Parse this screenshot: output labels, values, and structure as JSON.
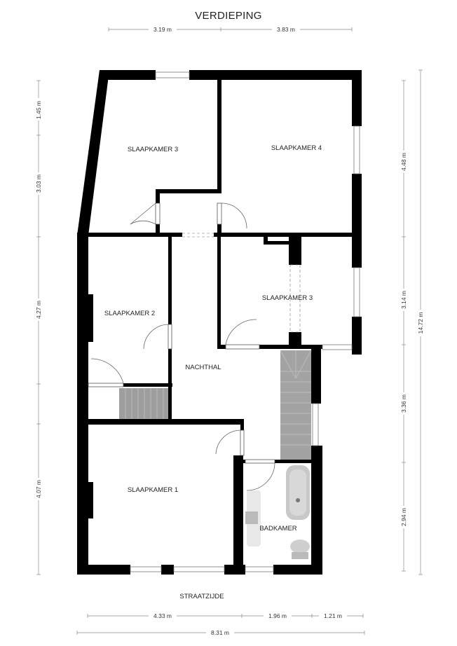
{
  "title": "VERDIEPING",
  "street_label": "STRAATZIJDE",
  "rooms": {
    "slaapkamer3_top": "SLAAPKAMER 3",
    "slaapkamer4": "SLAAPKAMER 4",
    "slaapkamer2": "SLAAPKAMER 2",
    "slaapkamer3_mid": "SLAAPKAMER 3",
    "nachthal": "NACHTHAL",
    "slaapkamer1": "SLAAPKAMER 1",
    "badkamer": "BADKAMER"
  },
  "dimensions": {
    "top": [
      "3.19 m",
      "3.83 m"
    ],
    "left": [
      "1.45 m",
      "3.03 m",
      "4.27 m",
      "4.07 m"
    ],
    "right_inner": [
      "4.48 m",
      "3.14 m",
      "3.36 m",
      "2.94 m"
    ],
    "right_total": "14.72 m",
    "bottom": [
      "4.33 m",
      "1.96 m",
      "1.21 m"
    ],
    "bottom_total": "8.31 m"
  },
  "colors": {
    "wall": "#000000",
    "stair": "#9e9e9e",
    "fixture": "#d0d0d0",
    "dimension_line": "#888888"
  }
}
